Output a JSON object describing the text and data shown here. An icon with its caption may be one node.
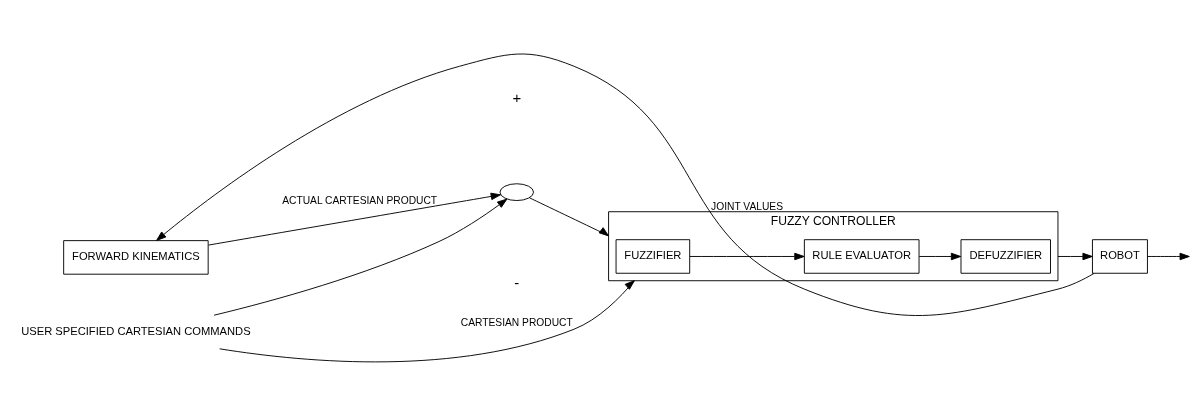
{
  "diagram": {
    "nodes": [
      {
        "text": [
          "FUZZY CONTROLLER"
        ]
      },
      {
        "text": [
          "FUZZIFIER"
        ],
        "in": 0
      },
      {
        "text": [
          "RULE EVALUATOR"
        ],
        "in": 0
      },
      {
        "text": [
          "DEFUZZIFIER"
        ],
        "in": 0
      },
      {
        "text": [
          "ROBOT"
        ]
      },
      {
        "text": [
          "FORWARD KINEMATICS"
        ]
      },
      {
        "text": [],
        "shape": "circle"
      },
      {
        "text": [
          "USER SPECIFIED CARTESIAN COMMANDS"
        ]
      }
    ],
    "edges": [
      {
        "from": 7,
        "to": 0,
        "arrow": "to",
        "label": "CARTESIAN PRODUCT"
      },
      {
        "from": 7,
        "to": 6,
        "arrow": "to"
      },
      {
        "from": 6,
        "to": 0,
        "arrow": "to"
      },
      {
        "from": 1,
        "to": 2,
        "arrow": "to"
      },
      {
        "from": 2,
        "to": 3,
        "arrow": "to"
      },
      {
        "from": 0,
        "to": 4,
        "arrow": "to"
      },
      {
        "from": 4,
        "to": null,
        "arrow": "to"
      },
      {
        "from": 4,
        "to": 5,
        "arrow": "to",
        "label": "JOINT VALUES"
      },
      {
        "from": 5,
        "to": 6,
        "arrow": "to",
        "label": "ACTUAL CARTESIAN PRODUCT"
      }
    ],
    "labels": [
      "+",
      "-"
    ]
  }
}
